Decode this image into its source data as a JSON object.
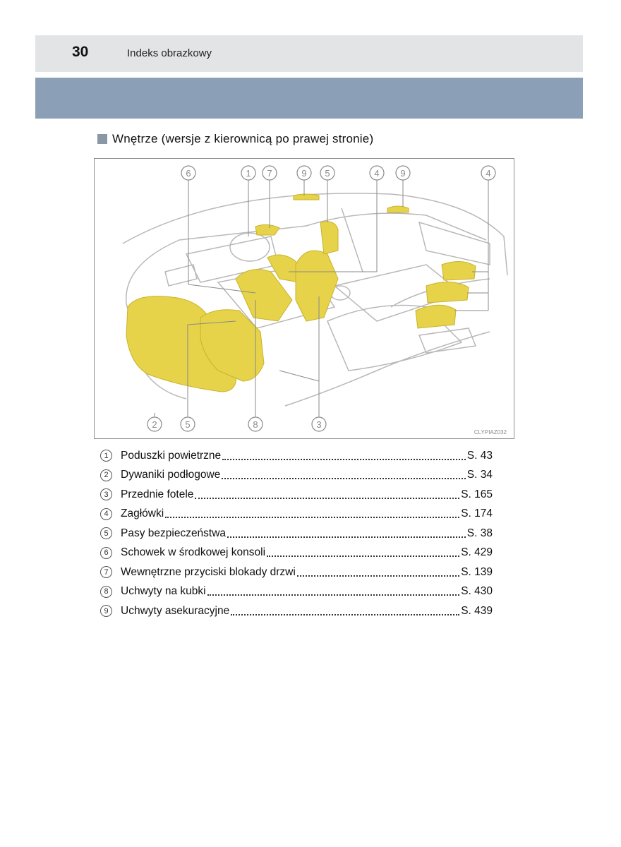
{
  "header": {
    "page_number": "30",
    "section": "Indeks obrazkowy"
  },
  "heading": "Wnętrze (wersje z kierownicą po prawej stronie)",
  "illustration": {
    "code": "CLYPIAZ032",
    "highlight_color": "#e6d34a",
    "callouts_top": [
      "6",
      "1",
      "7",
      "9",
      "5",
      "4",
      "9",
      "4"
    ],
    "callouts_bottom": [
      "2",
      "5",
      "8",
      "3"
    ]
  },
  "items": [
    {
      "num": "1",
      "label": "Poduszki powietrzne",
      "page": "S. 43"
    },
    {
      "num": "2",
      "label": "Dywaniki podłogowe",
      "page": "S. 34"
    },
    {
      "num": "3",
      "label": "Przednie fotele",
      "page": "S. 165"
    },
    {
      "num": "4",
      "label": "Zagłówki",
      "page": "S. 174"
    },
    {
      "num": "5",
      "label": "Pasy bezpieczeństwa",
      "page": "S. 38"
    },
    {
      "num": "6",
      "label": "Schowek w środkowej konsoli",
      "page": "S. 429"
    },
    {
      "num": "7",
      "label": "Wewnętrzne przyciski blokady drzwi",
      "page": "S. 139"
    },
    {
      "num": "8",
      "label": "Uchwyty na kubki",
      "page": "S. 430"
    },
    {
      "num": "9",
      "label": "Uchwyty asekuracyjne",
      "page": "S. 439"
    }
  ]
}
